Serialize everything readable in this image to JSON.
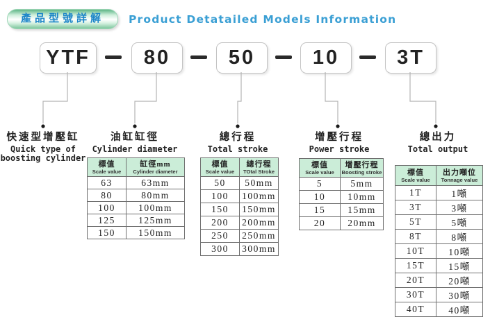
{
  "header": {
    "badge_zh": "產品型號詳解",
    "title_en": "Product Detatailed Models Information",
    "title_color": "#3a9fd4",
    "badge_text_color": "#1d86c8",
    "badge_green": "#7cc79c"
  },
  "model_code": {
    "segments": [
      "YTF",
      "80",
      "50",
      "10",
      "3T"
    ],
    "separator": "-"
  },
  "groups": [
    {
      "zh": "快速型增壓缸",
      "en": "Quick type of boosting cylinder"
    },
    {
      "zh": "油缸缸徑",
      "en": "Cylinder diameter"
    },
    {
      "zh": "總行程",
      "en": "Total stroke"
    },
    {
      "zh": "增壓行程",
      "en": "Power stroke"
    },
    {
      "zh": "總出力",
      "en": "Total output"
    }
  ],
  "tables": [
    {
      "name": "cylinder-diameter",
      "headers": [
        {
          "zh": "標值",
          "en": "Scale value"
        },
        {
          "zh": "缸徑mm",
          "en": "Cylinder diameter"
        }
      ],
      "rows": [
        [
          "63",
          "63mm"
        ],
        [
          "80",
          "80mm"
        ],
        [
          "100",
          "100mm"
        ],
        [
          "125",
          "125mm"
        ],
        [
          "150",
          "150mm"
        ]
      ]
    },
    {
      "name": "total-stroke",
      "headers": [
        {
          "zh": "標值",
          "en": "Scale value"
        },
        {
          "zh": "總行程",
          "en": "TOtal Stroke"
        }
      ],
      "rows": [
        [
          "50",
          "50mm"
        ],
        [
          "100",
          "100mm"
        ],
        [
          "150",
          "150mm"
        ],
        [
          "200",
          "200mm"
        ],
        [
          "250",
          "250mm"
        ],
        [
          "300",
          "300mm"
        ]
      ]
    },
    {
      "name": "power-stroke",
      "headers": [
        {
          "zh": "標值",
          "en": "Scale value"
        },
        {
          "zh": "增壓行程",
          "en": "Boosting stroke"
        }
      ],
      "rows": [
        [
          "5",
          "5mm"
        ],
        [
          "10",
          "10mm"
        ],
        [
          "15",
          "15mm"
        ],
        [
          "20",
          "20mm"
        ]
      ]
    },
    {
      "name": "total-output",
      "headers": [
        {
          "zh": "標值",
          "en": "Scale value"
        },
        {
          "zh": "出力噸位",
          "en": "Tonnage value"
        }
      ],
      "rows": [
        [
          "1T",
          "1噸"
        ],
        [
          "3T",
          "3噸"
        ],
        [
          "5T",
          "5噸"
        ],
        [
          "8T",
          "8噸"
        ],
        [
          "10T",
          "10噸"
        ],
        [
          "15T",
          "15噸"
        ],
        [
          "20T",
          "20噸"
        ],
        [
          "30T",
          "30噸"
        ],
        [
          "40T",
          "40噸"
        ]
      ]
    }
  ],
  "colors": {
    "table_header_bg": "#cbedd8",
    "table_border": "#6f6f6f",
    "wire_gray": "#b3b3b3"
  }
}
